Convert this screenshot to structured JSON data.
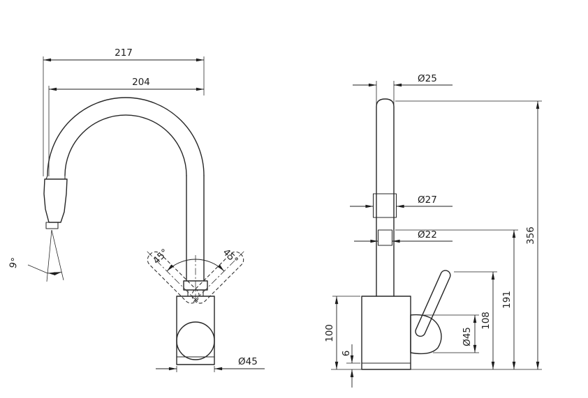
{
  "drawing": {
    "title": "kitchen-mixer-tap-dimension-drawing",
    "front_view": {
      "dims": {
        "reach_overall": "217",
        "reach_spout": "204",
        "spray_angle": "9°",
        "handle_swing_left": "45°",
        "handle_swing_right": "45°",
        "body_diameter": "Ø45"
      }
    },
    "side_view": {
      "dims": {
        "spout_tube_diameter": "Ø25",
        "aerator_diameter": "Ø27",
        "joint_diameter": "Ø22",
        "overall_height": "356",
        "spout_outlet_height": "191",
        "handle_top_height": "108",
        "handle_diameter": "Ø45",
        "body_height": "100",
        "base_thickness": "6"
      }
    },
    "colors": {
      "line": "#262626",
      "dimension": "#1d1d1d",
      "background": "#ffffff"
    }
  }
}
